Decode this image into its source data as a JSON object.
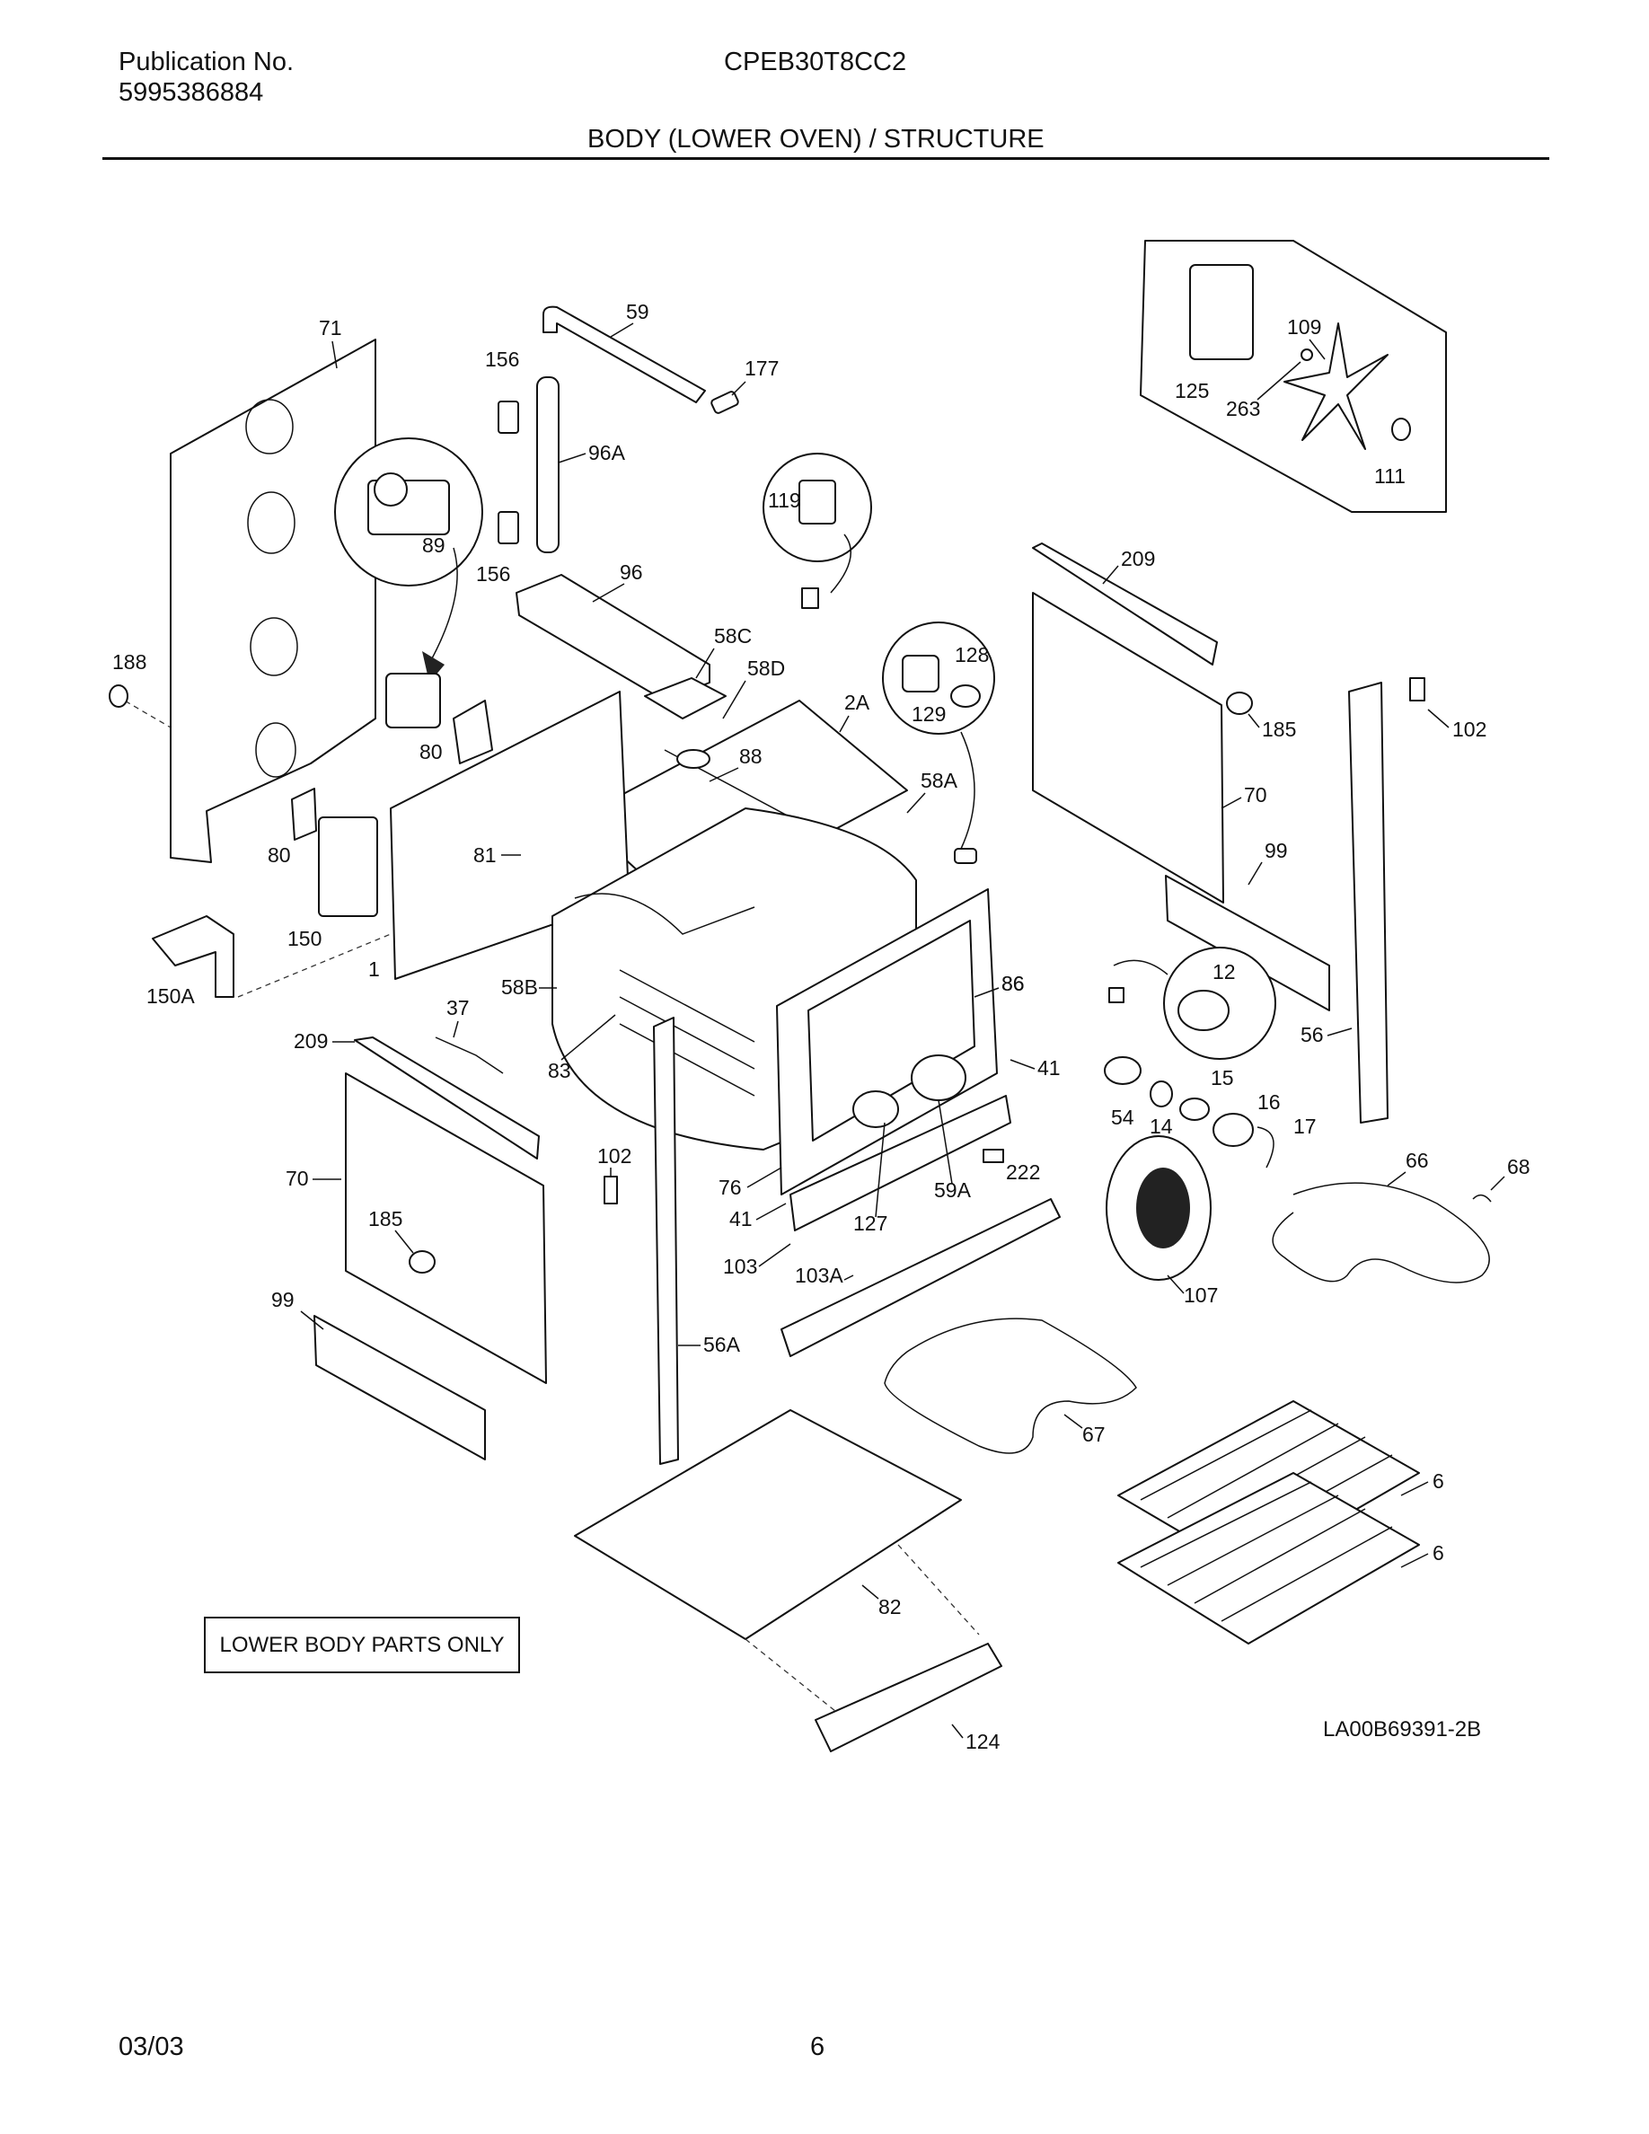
{
  "header": {
    "publication_label": "Publication No.",
    "publication_number": "5995386884",
    "model": "CPEB30T8CC2",
    "section_title": "BODY (LOWER OVEN) / STRUCTURE"
  },
  "diagram": {
    "note": "LOWER BODY PARTS ONLY",
    "drawing_number": "LA00B69391-2B",
    "callouts": [
      "71",
      "59",
      "156",
      "177",
      "96A",
      "89",
      "156",
      "96",
      "119",
      "58C",
      "58D",
      "2A",
      "128",
      "129",
      "58A",
      "188",
      "80",
      "88",
      "80",
      "81",
      "150",
      "1",
      "150A",
      "37",
      "209",
      "58B",
      "83",
      "70",
      "185",
      "102",
      "99",
      "56A",
      "86",
      "76",
      "41",
      "103",
      "103A",
      "127",
      "59A",
      "222",
      "86",
      "41",
      "54",
      "14",
      "15",
      "16",
      "17",
      "12",
      "109",
      "125",
      "263",
      "111",
      "209",
      "185",
      "70",
      "99",
      "102",
      "56",
      "66",
      "68",
      "107",
      "67",
      "82",
      "124",
      "6",
      "6"
    ]
  },
  "footer": {
    "date": "03/03",
    "page": "6"
  }
}
